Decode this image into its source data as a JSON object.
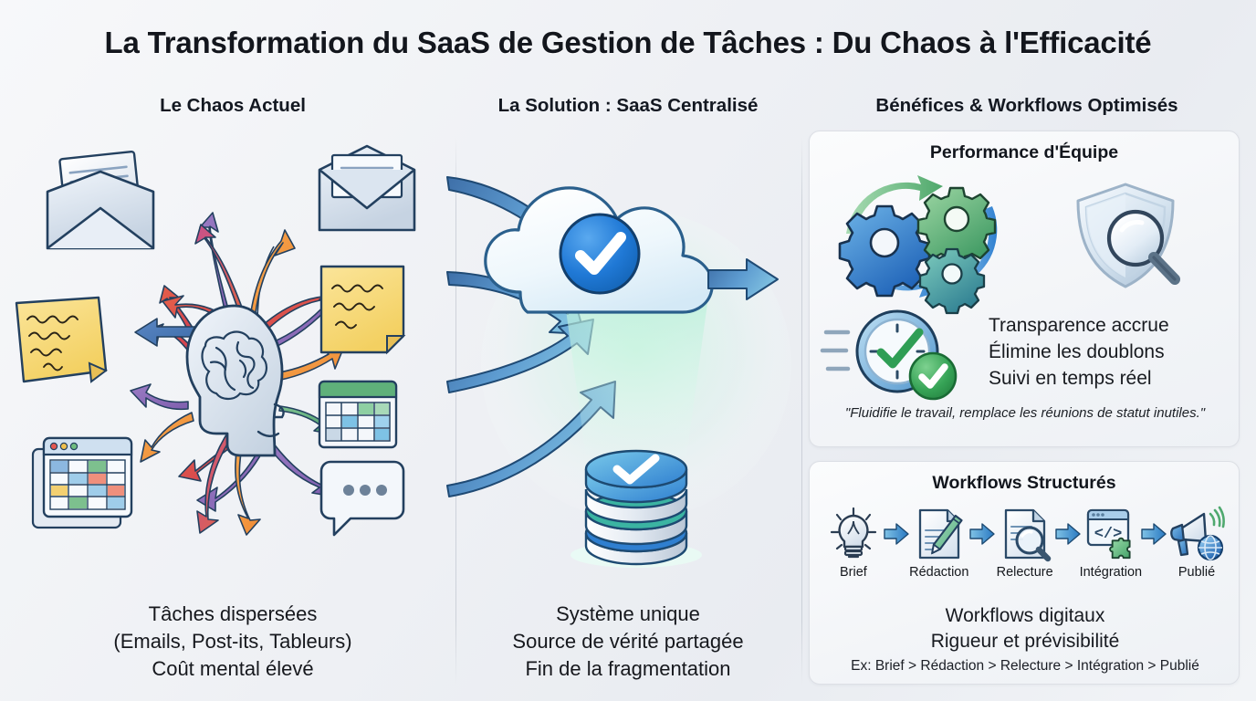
{
  "title": "La Transformation du SaaS de Gestion de Tâches : Du Chaos à l'Efficacité",
  "columns": {
    "chaos_header": "Le Chaos Actuel",
    "solution_header": "La Solution : SaaS Centralisé",
    "benefits_header": "Bénéfices & Workflows Optimisés"
  },
  "chaos": {
    "caption": "Tâches dispersées\n(Emails, Post-its, Tableurs)\nCoût mental élevé",
    "caption_lines": [
      "Tâches dispersées",
      "(Emails, Post-its, Tableurs)",
      "Coût mental élevé"
    ],
    "icons": [
      {
        "name": "open-envelope-icon",
        "label": "Email ouvert"
      },
      {
        "name": "closed-envelope-icon",
        "label": "Email"
      },
      {
        "name": "sticky-note-icon",
        "label": "Post-it"
      },
      {
        "name": "sticky-note-icon-2",
        "label": "Post-it"
      },
      {
        "name": "spreadsheet-icon",
        "label": "Tableur"
      },
      {
        "name": "kanban-window-icon",
        "label": "Tableau de bord"
      },
      {
        "name": "chat-bubble-icon",
        "label": "Messagerie"
      },
      {
        "name": "head-brain-icon",
        "label": "Charge mentale"
      }
    ],
    "arrow_colors": [
      "#e0553f",
      "#f0923c",
      "#d9455a",
      "#8e6cb8",
      "#4a7fc1",
      "#5fb07a",
      "#b0558f"
    ]
  },
  "solution": {
    "caption_lines": [
      "Système unique",
      "Source de vérité partagée",
      "Fin de la fragmentation"
    ],
    "cloud_icon": "cloud-check-icon",
    "database_icon": "database-check-icon",
    "inbound_arrow_count": 4,
    "outbound_arrow_count": 1,
    "accent_color": "#1f7ad4",
    "arrow_color": "#5d9bd0"
  },
  "benefits": {
    "performance": {
      "title": "Performance d'Équipe",
      "icons": [
        {
          "name": "gears-cycle-icon",
          "label": "Engrenages en rotation"
        },
        {
          "name": "shield-magnifier-icon",
          "label": "Bouclier et loupe"
        },
        {
          "name": "clock-check-icon",
          "label": "Horloge validée"
        }
      ],
      "lines": [
        "Transparence accrue",
        "Élimine les doublons",
        "Suivi en temps réel"
      ],
      "quote": "\"Fluidifie le travail, remplace les réunions de statut inutiles.\""
    },
    "workflows": {
      "title": "Workflows Structurés",
      "steps": [
        {
          "label": "Brief",
          "icon": "lightbulb-icon"
        },
        {
          "label": "Rédaction",
          "icon": "document-pen-icon"
        },
        {
          "label": "Relecture",
          "icon": "document-magnifier-icon"
        },
        {
          "label": "Intégration",
          "icon": "code-window-puzzle-icon"
        },
        {
          "label": "Publié",
          "icon": "megaphone-globe-icon"
        }
      ],
      "arrow_icon": "arrow-right-icon",
      "footer_line1": "Workflows digitaux",
      "footer_line2": "Rigueur et prévisibilité",
      "footer_line3": "Ex: Brief > Rédaction > Relecture > Intégration > Publié"
    }
  },
  "palette": {
    "background": "#f1f3f6",
    "ink": "#17202c",
    "blue": "#2a7fc9",
    "green": "#4ca864",
    "yellow": "#f6d46a",
    "panel_border": "#dcdfe5"
  }
}
